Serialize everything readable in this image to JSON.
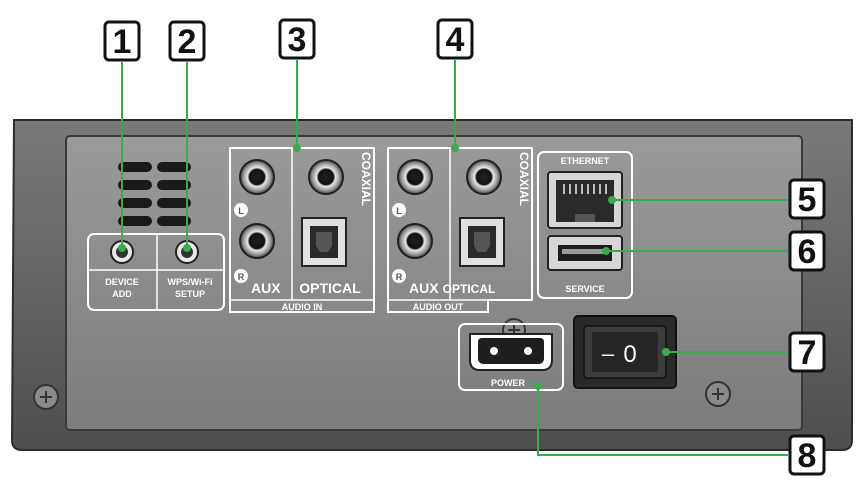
{
  "callouts": [
    {
      "number": "1"
    },
    {
      "number": "2"
    },
    {
      "number": "3"
    },
    {
      "number": "4"
    },
    {
      "number": "5"
    },
    {
      "number": "6"
    },
    {
      "number": "7"
    },
    {
      "number": "8"
    }
  ],
  "buttons": {
    "device_add_line1": "DEVICE",
    "device_add_line2": "ADD",
    "wps_line1": "WPS/Wi-Fi",
    "wps_line2": "SETUP"
  },
  "audio_in": {
    "left_mark": "L",
    "right_mark": "R",
    "aux": "AUX",
    "optical": "OPTICAL",
    "coaxial": "COAXIAL",
    "group_label": "AUDIO IN"
  },
  "audio_out": {
    "left_mark": "L",
    "right_mark": "R",
    "aux": "AUX",
    "optical": "OPTICAL",
    "coaxial": "COAXIAL",
    "group_label": "AUDIO OUT"
  },
  "network": {
    "ethernet": "ETHERNET",
    "service": "SERVICE"
  },
  "power": {
    "label": "POWER",
    "switch_off": "–",
    "switch_on": "0"
  },
  "colors": {
    "leader_green": "#3aaa4a",
    "panel_outer": "#6b6b6b",
    "panel_inner": "#8a8a8a",
    "silkscreen": "#ffffff"
  }
}
